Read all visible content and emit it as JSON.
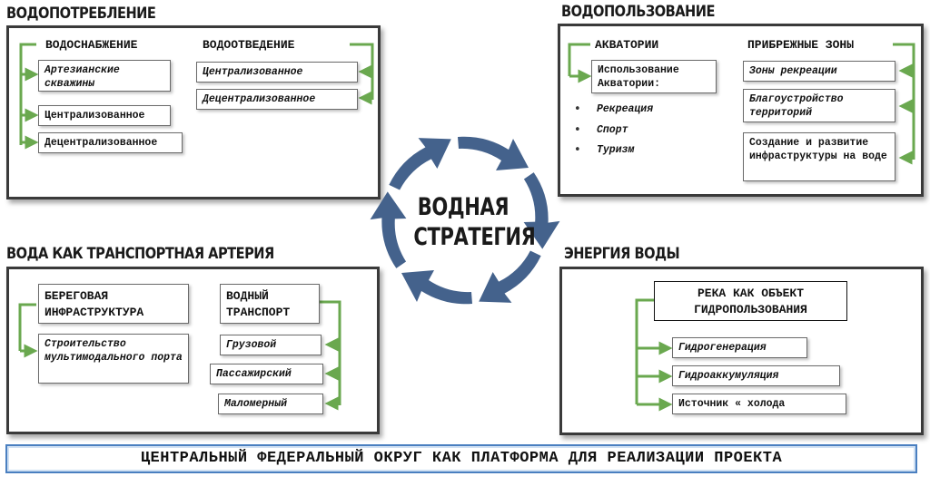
{
  "colors": {
    "arrow_green": "#6aa84f",
    "cycle_blue": "#44628c",
    "panel_border": "#3a3a3a",
    "footer_border": "#4a7fc0"
  },
  "center": {
    "line1": "ВОДНАЯ",
    "line2": "СТРАТЕГИЯ"
  },
  "consumption": {
    "title": "ВОДОПОТРЕБЛЕНИЕ",
    "supply": {
      "label": "ВОДОСНАБЖЕНИЕ",
      "items": [
        "Артезианские скважины",
        "Централизованное",
        "Децентрализованное"
      ]
    },
    "drainage": {
      "label": "ВОДООТВЕДЕНИЕ",
      "items": [
        "Централизованное",
        "Децентрализованное"
      ]
    }
  },
  "use": {
    "title": "ВОДОПОЛЬЗОВАНИЕ",
    "aquatoria": {
      "label": "АКВАТОРИИ",
      "box": "Использование Акватории:",
      "bullets": [
        "Рекреация",
        "Спорт",
        "Туризм"
      ]
    },
    "coastal": {
      "label": "ПРИБРЕЖНЫЕ ЗОНЫ",
      "items": [
        "Зоны рекреации",
        "Благоустройство территорий",
        "Создание и развитие инфраструктуры на воде"
      ]
    }
  },
  "transport": {
    "title": "ВОДА КАК ТРАНСПОРТНАЯ АРТЕРИЯ",
    "coastal": {
      "label": "БЕРЕГОВАЯ ИНФРАСТРУКТУРА",
      "item": "Строительство мультимодального порта"
    },
    "water": {
      "label": "ВОДНЫЙ ТРАНСПОРТ",
      "items": [
        "Грузовой",
        "Пассажирский",
        "Маломерный"
      ]
    }
  },
  "energy": {
    "title": "ЭНЕРГИЯ ВОДЫ",
    "river": "РЕКА КАК ОБЪЕКТ ГИДРОПОЛЬЗОВАНИЯ",
    "items": [
      "Гидрогенерация",
      "Гидроаккумуляция",
      "Источник « холода"
    ]
  },
  "footer": "ЦЕНТРАЛЬНЫЙ ФЕДЕРАЛЬНЫЙ ОКРУГ КАК ПЛАТФОРМА ДЛЯ РЕАЛИЗАЦИИ ПРОЕКТА"
}
